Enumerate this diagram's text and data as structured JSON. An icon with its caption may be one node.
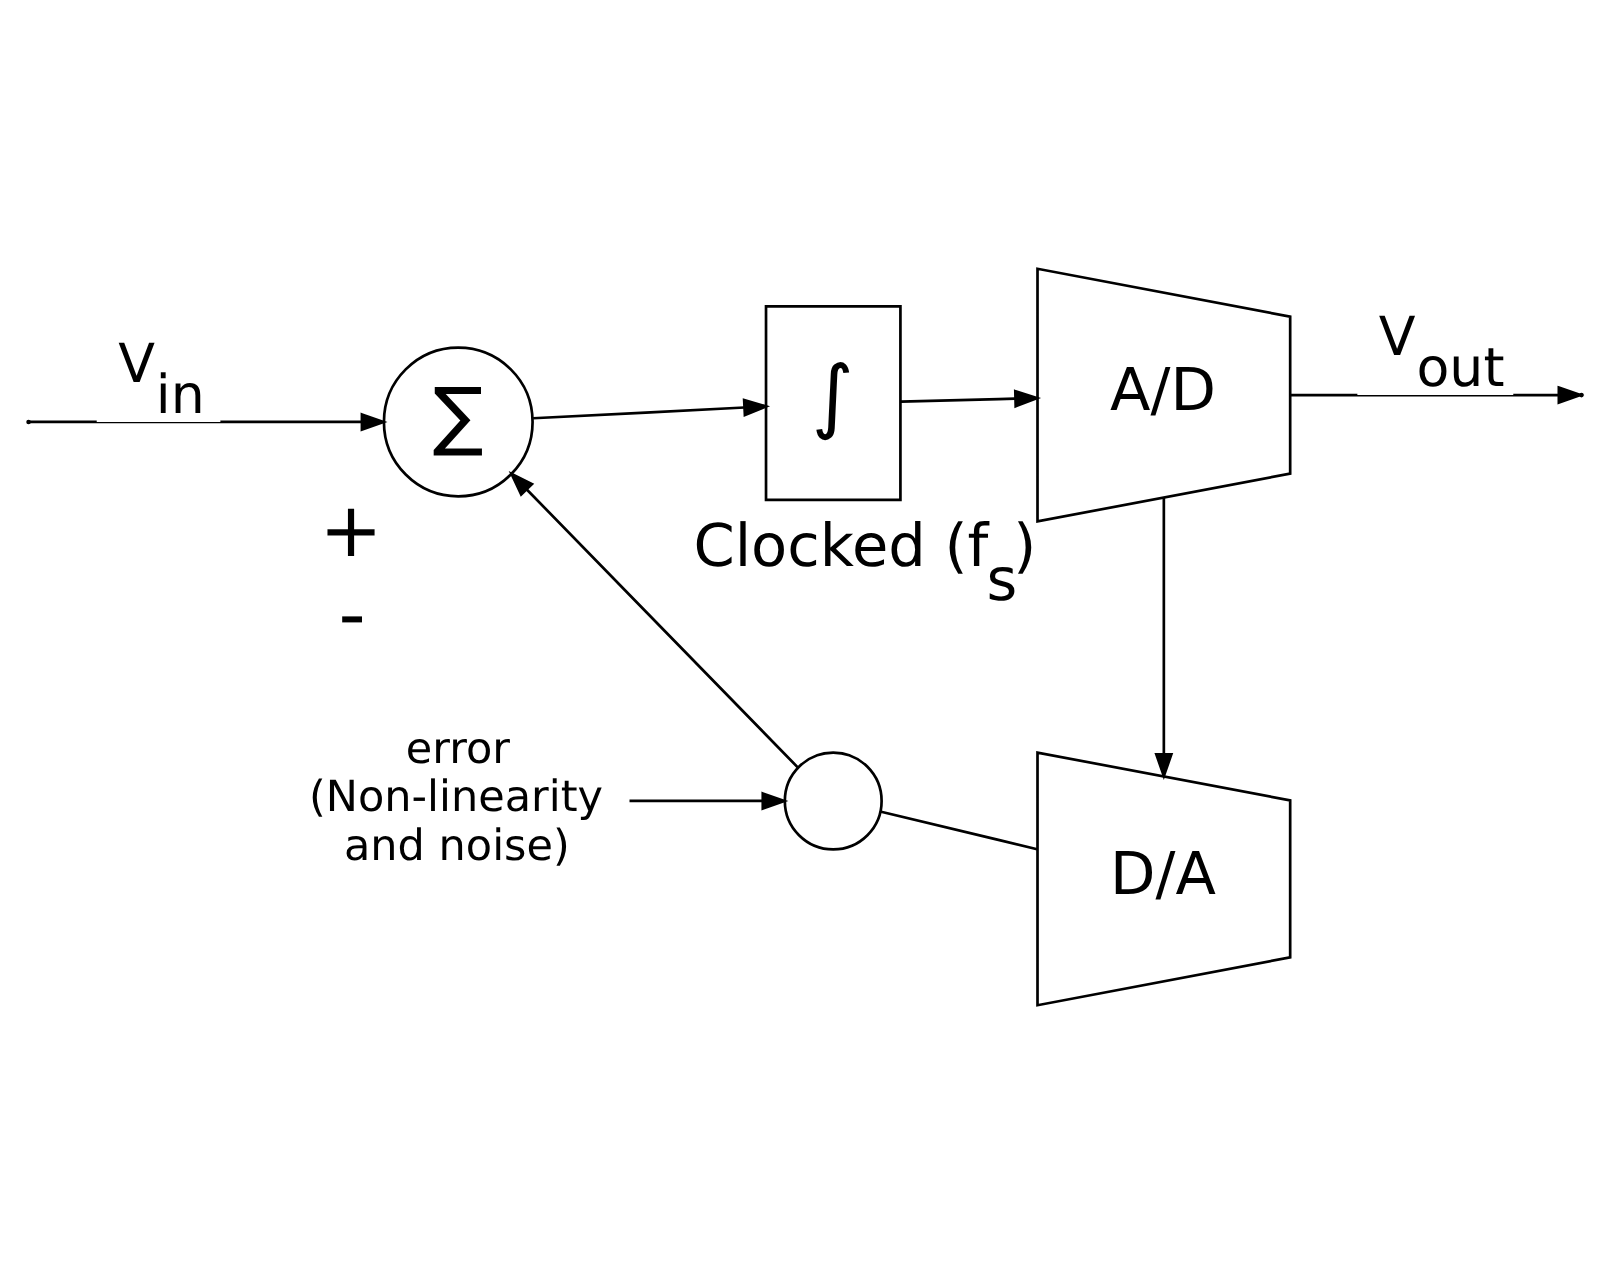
{
  "diagram": {
    "nodes": [
      {
        "text": [
          "∑"
        ],
        "beside": [
          "+",
          "-"
        ]
      },
      {
        "text": [
          "∫"
        ]
      },
      {
        "text": [
          "A/D"
        ],
        "beside": [
          "Clocked (f$_{s}$)"
        ]
      },
      {
        "text": [
          "D/A"
        ]
      },
      {
        "text": [],
        "shape": "circle"
      },
      {
        "text": [
          "error (Non-linearity and noise)"
        ]
      }
    ],
    "edges": [
      {
        "from": null,
        "to": 0,
        "arrow": "to",
        "label": "V$_{in}$"
      },
      {
        "from": 0,
        "to": 1,
        "arrow": "to"
      },
      {
        "from": 1,
        "to": 2,
        "arrow": "to"
      },
      {
        "from": 2,
        "to": null,
        "arrow": "to",
        "label": "V$_{out}$"
      },
      {
        "from": 2,
        "to": 3,
        "arrow": "to"
      },
      {
        "from": 3,
        "to": 4,
        "arrow": "none"
      },
      {
        "from": 4,
        "to": 0,
        "arrow": "to"
      },
      {
        "from": 5,
        "to": 4,
        "arrow": "to"
      }
    ]
  }
}
